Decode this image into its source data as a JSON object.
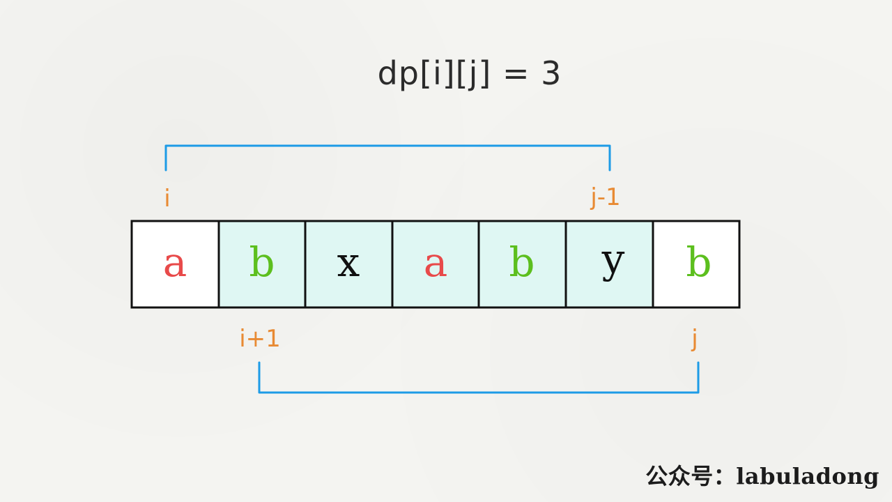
{
  "title": "dp[i][j] = 3",
  "cells": [
    {
      "letter": "a",
      "letter_color": "#e84a4a",
      "highlighted": false
    },
    {
      "letter": "b",
      "letter_color": "#5cbf1e",
      "highlighted": true
    },
    {
      "letter": "x",
      "letter_color": "#111111",
      "highlighted": true
    },
    {
      "letter": "a",
      "letter_color": "#e84a4a",
      "highlighted": true
    },
    {
      "letter": "b",
      "letter_color": "#5cbf1e",
      "highlighted": true
    },
    {
      "letter": "y",
      "letter_color": "#111111",
      "highlighted": true
    },
    {
      "letter": "b",
      "letter_color": "#5cbf1e",
      "highlighted": false
    }
  ],
  "labels": {
    "top_left": "i",
    "top_right": "j-1",
    "bottom_left": "i+1",
    "bottom_right": "j"
  },
  "colors": {
    "highlight_fill": "#dff7f3",
    "cell_border": "#111111",
    "bracket": "#1d9be6",
    "index_label": "#e88a33"
  },
  "watermark": "公众号：labuladong"
}
